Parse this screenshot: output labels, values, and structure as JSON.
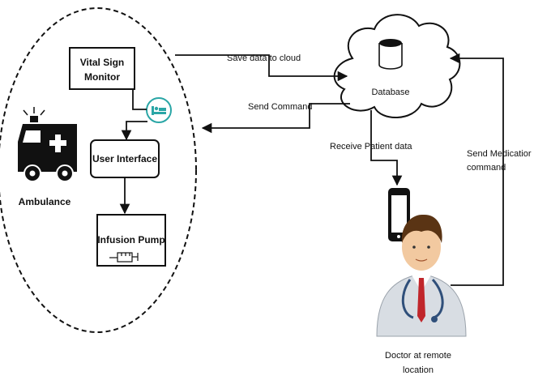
{
  "nodes": {
    "vital_sign_monitor": {
      "line1": "Vital Sign",
      "line2": "Monitor"
    },
    "user_interface": {
      "label": "User Interface"
    },
    "infusion_pump": {
      "label": "Infusion Pump"
    },
    "ambulance": {
      "label": "Ambulance"
    },
    "database": {
      "label": "Database"
    },
    "doctor": {
      "line1": "Doctor at remote",
      "line2": "location"
    }
  },
  "edges": {
    "save_data": {
      "label": "Save data to cloud"
    },
    "send_command": {
      "label": "Send Command"
    },
    "receive_patient": {
      "label": "Receive Patient data"
    },
    "send_medication": {
      "line1": "Send Medicatior",
      "line2": "command"
    }
  },
  "icons": [
    "ambulance-icon",
    "bed-monitor-icon",
    "syringe-icon",
    "database-icon",
    "smartphone-icon",
    "doctor-icon",
    "cloud-icon"
  ],
  "colors": {
    "line": "#111111",
    "accent_teal": "#2aa6a6",
    "doctor_coat": "#d8dde3",
    "doctor_skin": "#f2c9a0",
    "tie": "#c0262b"
  }
}
